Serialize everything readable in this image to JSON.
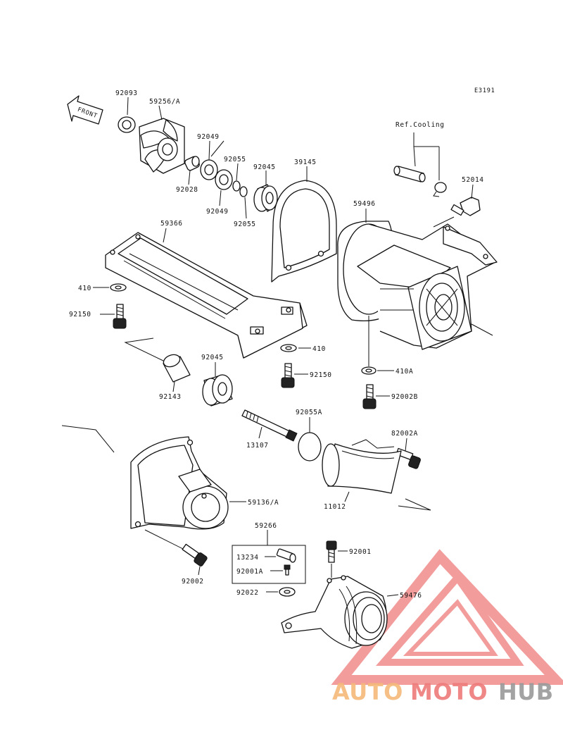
{
  "diagram": {
    "code": "E3191",
    "front_label": "FRONT",
    "ref_cooling": "Ref.Cooling",
    "labels": {
      "p92093": "92093",
      "p59256a": "59256/A",
      "p92049a": "92049",
      "p92055a": "92055",
      "p92045a": "92045",
      "p39145": "39145",
      "p92028": "92028",
      "p92049b": "92049",
      "p92055b": "92055",
      "p52014": "52014",
      "p59496": "59496",
      "p59366": "59366",
      "p410a": "410",
      "p92150a": "92150",
      "p410b": "410",
      "p92150b": "92150",
      "p410A": "410A",
      "p92045b": "92045",
      "p92143": "92143",
      "p92002B": "92002B",
      "p92055A": "92055A",
      "p13107": "13107",
      "p82002A": "82002A",
      "p59136a": "59136/A",
      "p11012": "11012",
      "p59266": "59266",
      "p13234": "13234",
      "p92001A": "92001A",
      "p92001": "92001",
      "p92002": "92002",
      "p92022": "92022",
      "p59476": "59476"
    }
  },
  "watermark": {
    "part1": "AUTO",
    "part2": "MOTO",
    "part3": "HUB",
    "color_orange": "#f5b97a",
    "color_red": "#ee7b7b",
    "color_gray": "#9a9a9a"
  }
}
